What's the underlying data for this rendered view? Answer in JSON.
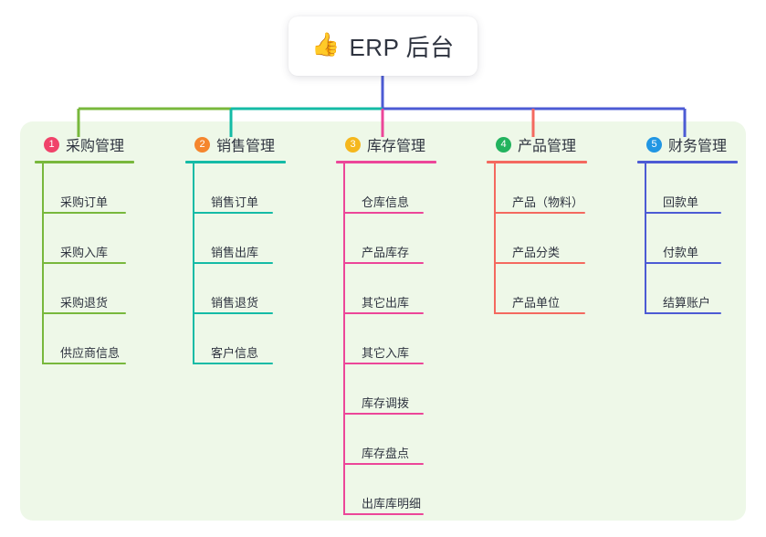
{
  "root": {
    "icon": "thumbs-up-icon",
    "emoji": "👍",
    "title": "ERP 后台"
  },
  "colors": {
    "panel_background": "#eef8e8",
    "page_background": "#ffffff",
    "root_stem": "#4c5bd4",
    "text": "#2f3440"
  },
  "columns": [
    {
      "number": "1",
      "label": "采购管理",
      "badge_color": "#f0436a",
      "line_color": "#78b83c",
      "items": [
        {
          "label": "采购订单"
        },
        {
          "label": "采购入库"
        },
        {
          "label": "采购退货"
        },
        {
          "label": "供应商信息"
        }
      ]
    },
    {
      "number": "2",
      "label": "销售管理",
      "badge_color": "#f5862e",
      "line_color": "#14bba6",
      "items": [
        {
          "label": "销售订单"
        },
        {
          "label": "销售出库"
        },
        {
          "label": "销售退货"
        },
        {
          "label": "客户信息"
        }
      ]
    },
    {
      "number": "3",
      "label": "库存管理",
      "badge_color": "#f5b71d",
      "line_color": "#ec4699",
      "items": [
        {
          "label": "仓库信息"
        },
        {
          "label": "产品库存"
        },
        {
          "label": "其它出库"
        },
        {
          "label": "其它入库"
        },
        {
          "label": "库存调拨"
        },
        {
          "label": "库存盘点"
        },
        {
          "label": "出库库明细"
        }
      ]
    },
    {
      "number": "4",
      "label": "产品管理",
      "badge_color": "#22b35e",
      "line_color": "#f4695f",
      "items": [
        {
          "label": "产品（物料）"
        },
        {
          "label": "产品分类"
        },
        {
          "label": "产品单位"
        }
      ]
    },
    {
      "number": "5",
      "label": "财务管理",
      "badge_color": "#2196e3",
      "line_color": "#4c5bd4",
      "items": [
        {
          "label": "回款单"
        },
        {
          "label": "付款单"
        },
        {
          "label": "结算账户"
        }
      ]
    }
  ]
}
